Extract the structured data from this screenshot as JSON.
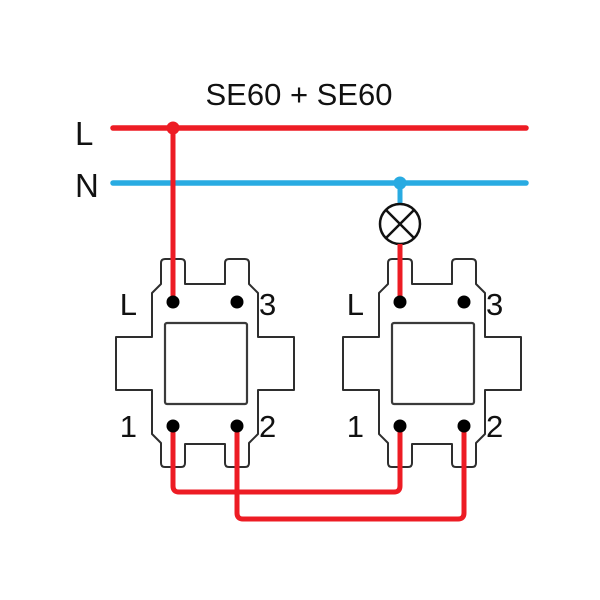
{
  "title": "SE60 + SE60",
  "bus": {
    "live_label": "L",
    "neutral_label": "N"
  },
  "colors": {
    "live": "#ed1c24",
    "neutral": "#29abe2",
    "outline": "#2e2e2e",
    "text": "#111111"
  },
  "lamp": {
    "icon": "lamp-icon"
  },
  "modules": [
    {
      "id": "switch-1",
      "terminals": {
        "live": "L",
        "three": "3",
        "one": "1",
        "two": "2"
      }
    },
    {
      "id": "switch-2",
      "terminals": {
        "live": "L",
        "three": "3",
        "one": "1",
        "two": "2"
      }
    }
  ]
}
